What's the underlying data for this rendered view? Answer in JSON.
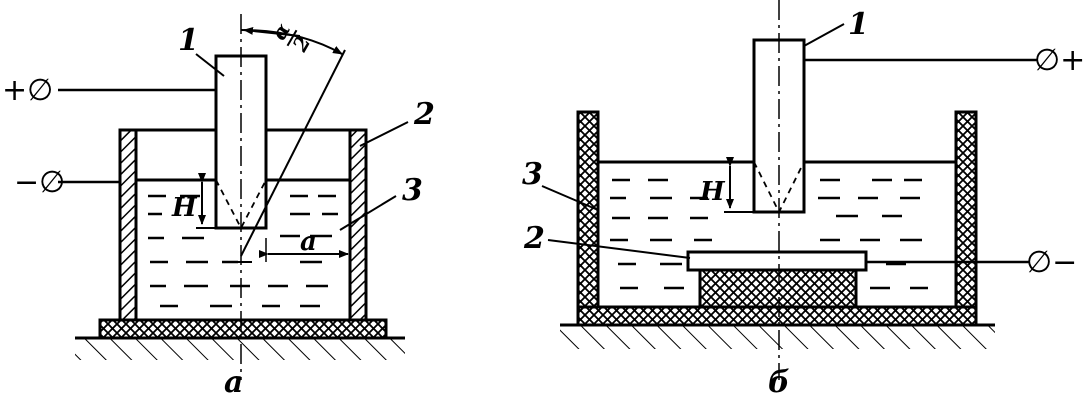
{
  "figure_a": {
    "caption": "а",
    "label_electrode": "1",
    "label_vessel": "2",
    "label_liquid": "3",
    "label_depth": "H",
    "label_distance": "a",
    "angle_numerator": "α",
    "angle_denominator": "2",
    "terminal_plus": "+∅",
    "terminal_minus": "−∅"
  },
  "figure_b": {
    "caption": "б",
    "label_electrode": "1",
    "label_workpiece": "2",
    "label_liquid": "3",
    "label_depth": "H",
    "terminal_plus": "∅+",
    "terminal_minus": "∅−"
  }
}
